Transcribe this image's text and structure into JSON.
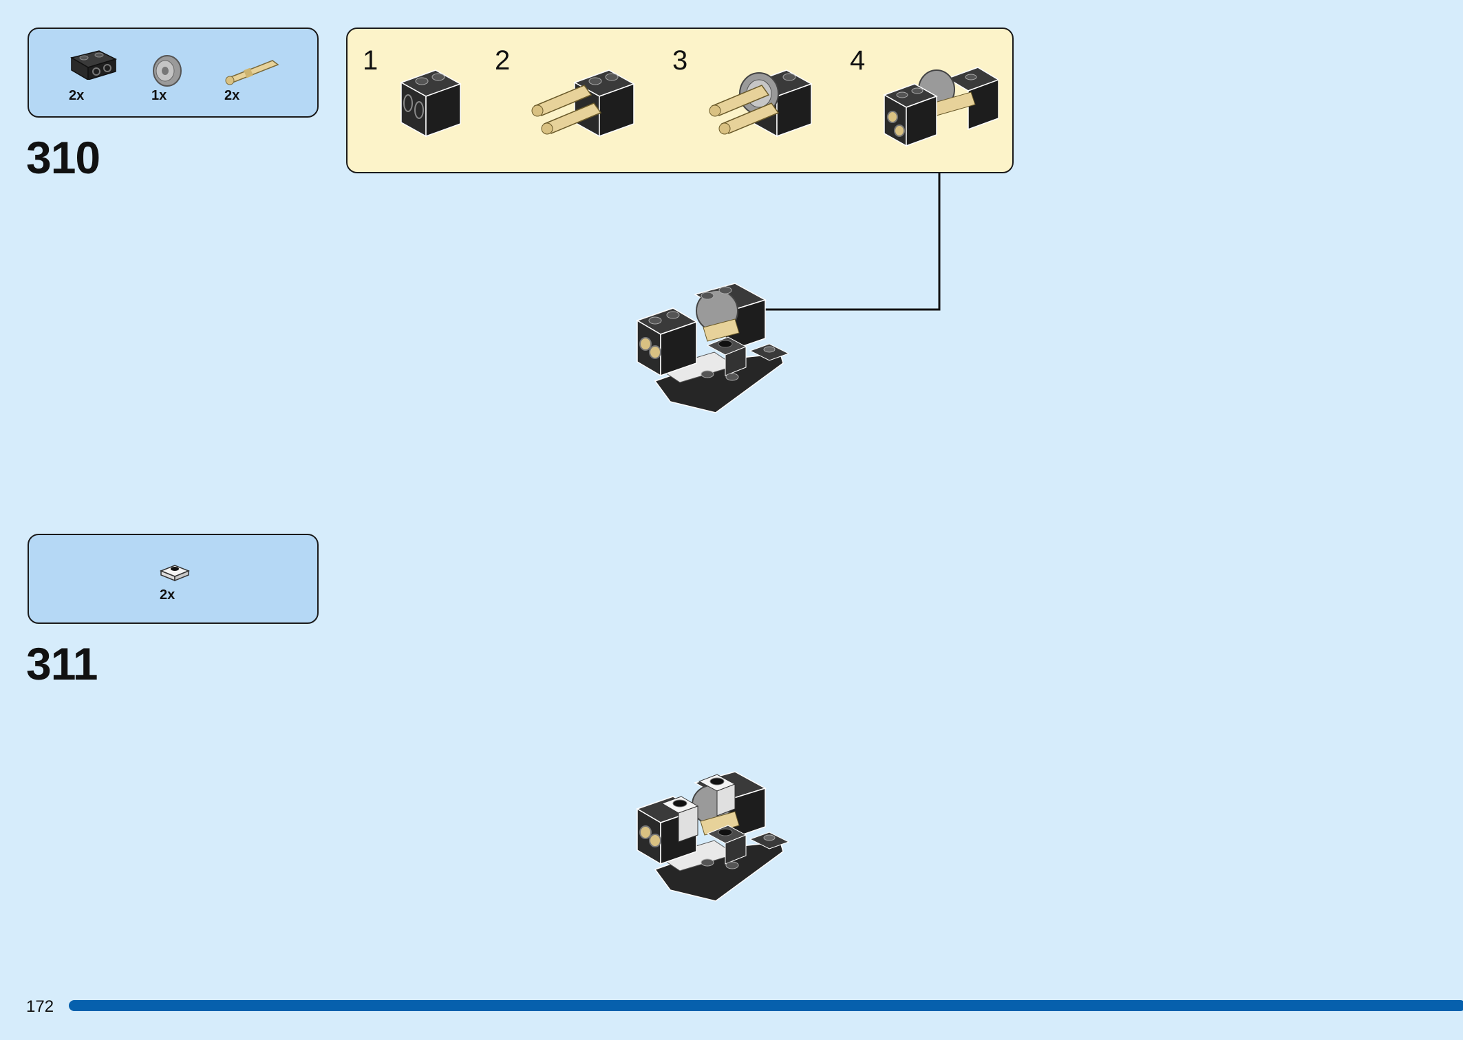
{
  "steps": [
    {
      "number": "310",
      "parts": [
        {
          "icon": "black-technic-brick-icon",
          "qty": "2x"
        },
        {
          "icon": "gray-wheel-hub-icon",
          "qty": "1x"
        },
        {
          "icon": "tan-pin-icon",
          "qty": "2x"
        }
      ],
      "subassembly": {
        "steps": [
          "1",
          "2",
          "3",
          "4"
        ]
      }
    },
    {
      "number": "311",
      "parts": [
        {
          "icon": "white-plate-icon",
          "qty": "2x"
        }
      ]
    }
  ],
  "footer": {
    "page_number": "172",
    "progress_color": "#0660ad"
  },
  "colors": {
    "background": "#d6ecfb",
    "parts_box": "#b5d8f5",
    "subassembly_box": "#fcf3c9"
  }
}
